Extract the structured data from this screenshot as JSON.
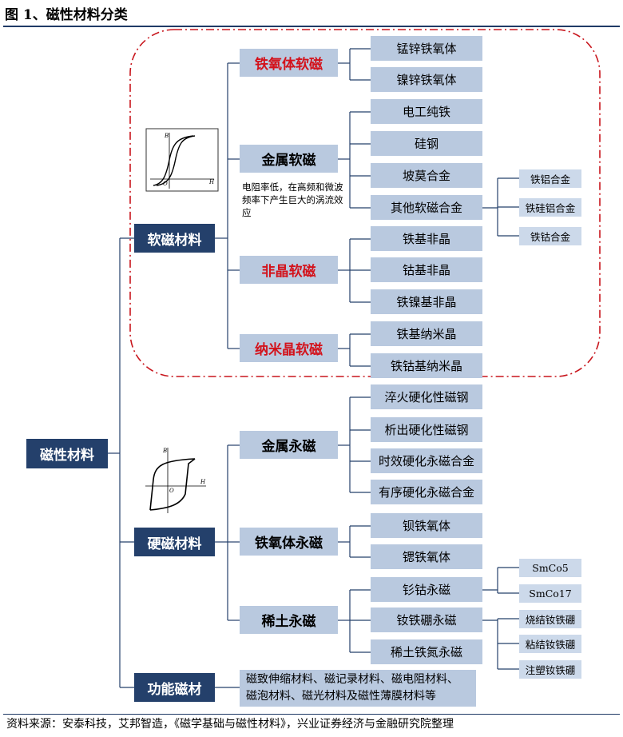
{
  "figure_title": "图 1、磁性材料分类",
  "source": "资料来源：安泰科技，艾邦智造，《磁学基础与磁性材料》，兴业证券经济与金融研究院整理",
  "root": "磁性材料",
  "soft": {
    "label": "软磁材料",
    "note": "电阻率低，在高频和微波频率下产生巨大的涡流效应",
    "graph": {
      "b": "B",
      "h": "H",
      "o": "O"
    },
    "groups": [
      {
        "label": "铁氧体软磁",
        "items": [
          "锰锌铁氧体",
          "镍锌铁氧体"
        ]
      },
      {
        "label": "金属软磁",
        "items": [
          "电工纯铁",
          "硅钢",
          "坡莫合金",
          "其他软磁合金"
        ],
        "sub": [
          "铁铝合金",
          "铁硅铝合金",
          "铁钴合金"
        ]
      },
      {
        "label": "非晶软磁",
        "items": [
          "铁基非晶",
          "钴基非晶",
          "铁镍基非晶"
        ]
      },
      {
        "label": "纳米晶软磁",
        "items": [
          "铁基纳米晶",
          "铁钴基纳米晶"
        ]
      }
    ]
  },
  "hard": {
    "label": "硬磁材料",
    "graph": {
      "b": "B",
      "h": "H",
      "o": "O"
    },
    "groups": [
      {
        "label": "金属永磁",
        "items": [
          "淬火硬化性磁钢",
          "析出硬化性磁钢",
          "时效硬化永磁合金",
          "有序硬化永磁合金"
        ]
      },
      {
        "label": "铁氧体永磁",
        "items": [
          "钡铁氧体",
          "锶铁氧体"
        ]
      },
      {
        "label": "稀土永磁",
        "items": [
          "钐钴永磁",
          "钕铁硼永磁",
          "稀土铁氮永磁"
        ],
        "sub_smco": [
          "SmCo5",
          "SmCo17"
        ],
        "sub_ndfeb": [
          "烧结钕铁硼",
          "粘结钕铁硼",
          "注塑钕铁硼"
        ]
      }
    ]
  },
  "functional": {
    "label": "功能磁材",
    "desc": "磁致伸缩材料、磁记录材料、磁电阻材料、\n磁泡材料、磁光材料及磁性薄膜材料等"
  }
}
